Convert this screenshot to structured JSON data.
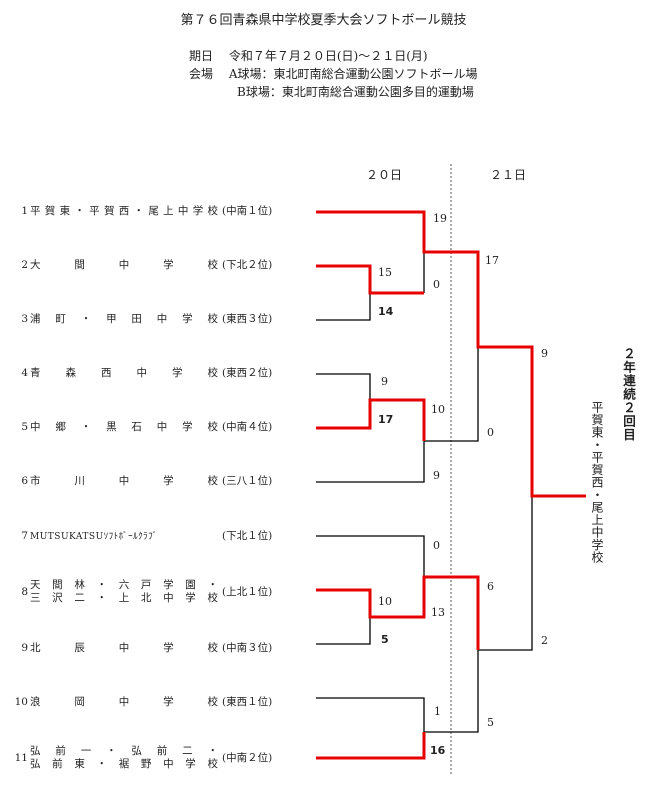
{
  "title": "第７６回青森県中学校夏季大会ソフトボール競技",
  "info": {
    "date_label": "期日",
    "date_value": "令和７年７月２０日(日)～２１日(月)",
    "venue_label": "会場",
    "venue_a": "A球場：東北町南総合運動公園ソフトボール場",
    "venue_b": "B球場：東北町南総合運動公園多目的運動場"
  },
  "days": {
    "day1": "２０日",
    "day2": "２１日"
  },
  "teams": [
    {
      "num": "1",
      "name": "平賀東・平賀西・尾上中学校",
      "rank": "(中南１位)"
    },
    {
      "num": "2",
      "name": "大　　間　　中　　学　　校",
      "rank": "(下北２位)"
    },
    {
      "num": "3",
      "name": "浦　町　・　甲　田　中　学　校",
      "rank": "(東西３位)"
    },
    {
      "num": "4",
      "name": "青　森　西　中　学　校",
      "rank": "(東西２位)"
    },
    {
      "num": "5",
      "name": "中　郷　・　黒　石　中　学　校",
      "rank": "(中南４位)"
    },
    {
      "num": "6",
      "name": "市　　川　　中　　学　　校",
      "rank": "(三八１位)"
    },
    {
      "num": "7",
      "name": "MUTSUKATSUｿﾌﾄﾎﾞｰﾙｸﾗﾌﾞ",
      "rank": "(下北１位)"
    },
    {
      "num": "8",
      "name1": "天　間　林　・　六　戸　学　園　・",
      "name2": "三　沢　二　・　上　北　中　学　校",
      "rank": "(上北１位)"
    },
    {
      "num": "9",
      "name": "北　　辰　　中　　学　　校",
      "rank": "(中南３位)"
    },
    {
      "num": "10",
      "name": "浪　　岡　　中　　学　　校",
      "rank": "(東西１位)"
    },
    {
      "num": "11",
      "name1": "弘　前　一　・　弘　前　二　・",
      "name2": "弘　前　東　・　裾　野　中　学　校",
      "rank": "(中南２位)"
    }
  ],
  "scores": {
    "m1_top": "15",
    "m1_bot": "14",
    "m2_top": "9",
    "m2_bot": "17",
    "m3_top": "10",
    "m3_bot": "5",
    "m4_top": "1",
    "m4_bot": "16",
    "q1_top": "19",
    "q1_bot": "0",
    "q2_top": "10",
    "q2_bot": "9",
    "q3_top": "0",
    "q3_bot": "13",
    "s1_top": "17",
    "s1_bot": "0",
    "s2_top": "6",
    "s2_bot": "5",
    "f_top": "9",
    "f_bot": "2"
  },
  "champion": {
    "caption": "２年連続２回目",
    "name": "平賀東・平賀西・尾上中学校"
  },
  "colors": {
    "winner": "#e60000",
    "loser": "#000000"
  }
}
